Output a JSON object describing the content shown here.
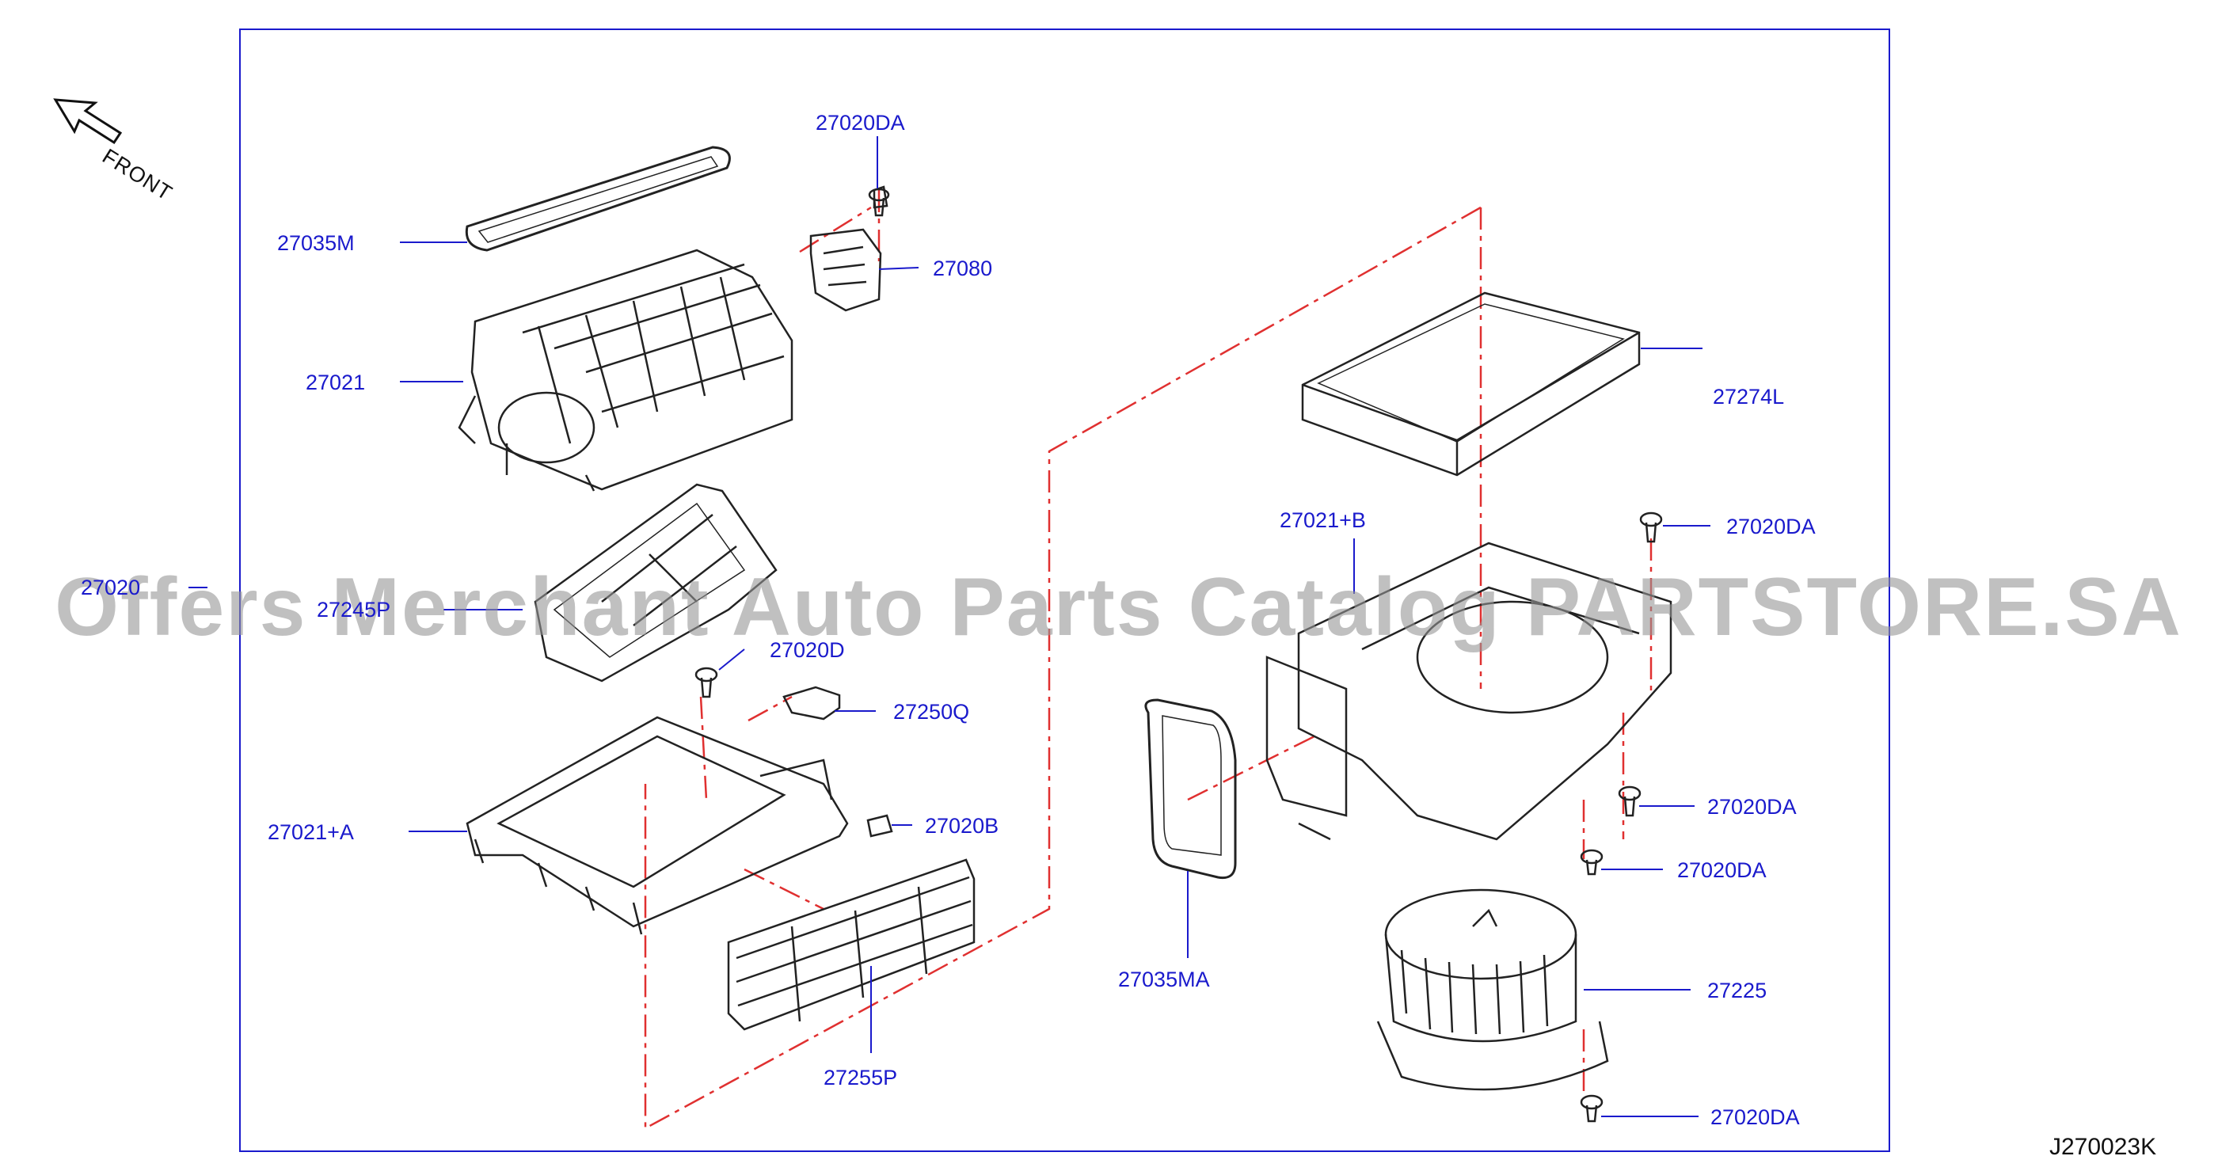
{
  "direction_label": "FRONT",
  "diagram_id": "J270023K",
  "watermark": "Offers Merchant Auto Parts Catalog PARTSTORE.SA",
  "colors": {
    "label": "#1a1acc",
    "frame": "#1a1acc",
    "dash": "#e03030",
    "part": "#222222"
  },
  "icons": {
    "direction": "front-arrow-icon"
  },
  "parts": [
    {
      "id": "p27020da_top",
      "number": "27020DA"
    },
    {
      "id": "p27035m",
      "number": "27035M"
    },
    {
      "id": "p27080",
      "number": "27080"
    },
    {
      "id": "p27021",
      "number": "27021"
    },
    {
      "id": "p27020_left",
      "number": "27020"
    },
    {
      "id": "p27245p",
      "number": "27245P"
    },
    {
      "id": "p27020d",
      "number": "27020D"
    },
    {
      "id": "p27250q",
      "number": "27250Q"
    },
    {
      "id": "p27021a",
      "number": "27021+A"
    },
    {
      "id": "p27020b",
      "number": "27020B"
    },
    {
      "id": "p27255p",
      "number": "27255P"
    },
    {
      "id": "p27274l",
      "number": "27274L"
    },
    {
      "id": "p27021b",
      "number": "27021+B"
    },
    {
      "id": "p27020da_r1",
      "number": "27020DA"
    },
    {
      "id": "p27020da_r2",
      "number": "27020DA"
    },
    {
      "id": "p27020da_r3",
      "number": "27020DA"
    },
    {
      "id": "p27035ma",
      "number": "27035MA"
    },
    {
      "id": "p27225",
      "number": "27225"
    },
    {
      "id": "p27020da_r4",
      "number": "27020DA"
    }
  ]
}
